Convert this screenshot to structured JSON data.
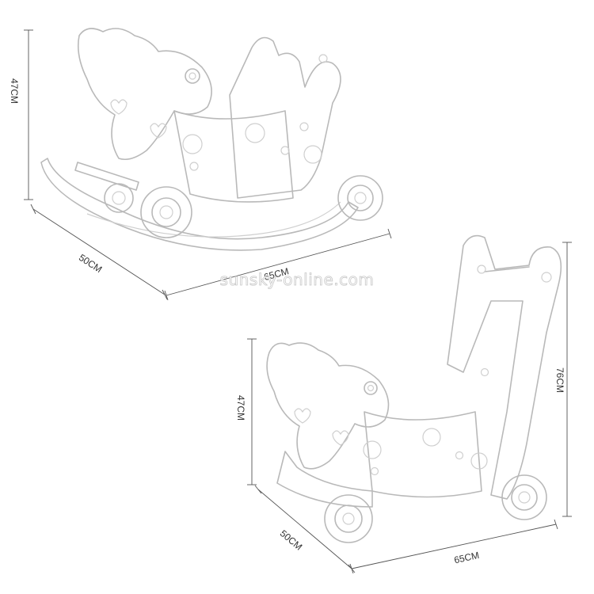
{
  "dimensions": {
    "rocker": {
      "height": "47CM",
      "depth": "50CM",
      "width": "65CM"
    },
    "walker": {
      "height_low": "47CM",
      "height_high": "76CM",
      "depth": "50CM",
      "width": "65CM"
    }
  },
  "watermark": "sunsky-online.com",
  "colors": {
    "outline": "#b9b9b9",
    "dimension": "#555555",
    "text": "#333333"
  }
}
